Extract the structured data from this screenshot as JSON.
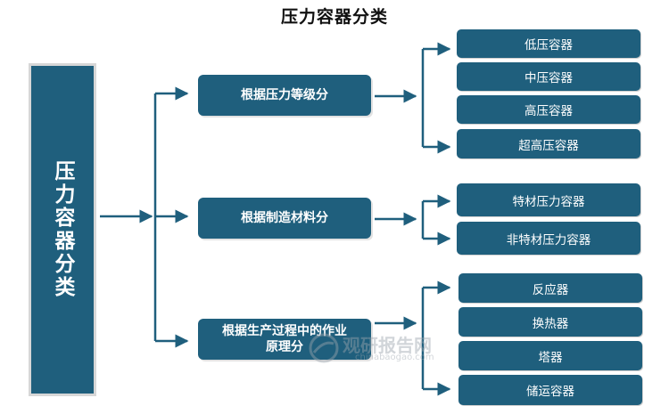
{
  "title": "压力容器分类",
  "root": "压力容器分类",
  "branches": [
    {
      "label": "根据压力等级分",
      "children": [
        "低压容器",
        "中压容器",
        "高压容器",
        "超高压容器"
      ]
    },
    {
      "label": "根据制造材料分",
      "children": [
        "特材压力容器",
        "非特材压力容器"
      ]
    },
    {
      "label": "根据生产过程中的作业原理分",
      "children": [
        "反应器",
        "换热器",
        "塔器",
        "储运容器"
      ]
    }
  ],
  "watermark": {
    "name": "观研报告网",
    "url": "chinabaogao.com"
  },
  "colors": {
    "box": "#1f5f7d",
    "connector": "#1f5f7d",
    "root_border": "#d7d7d7"
  }
}
